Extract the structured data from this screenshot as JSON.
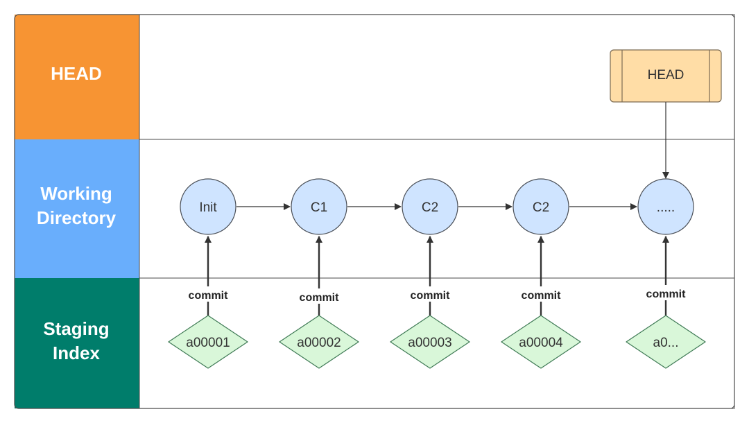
{
  "lanes": [
    {
      "title_lines": [
        "HEAD"
      ],
      "color": "#f79433"
    },
    {
      "title_lines": [
        "Working",
        "Directory"
      ],
      "color": "#69aefc"
    },
    {
      "title_lines": [
        "Staging",
        "Index"
      ],
      "color": "#007d6b"
    }
  ],
  "head_pointer": {
    "label": "HEAD",
    "fill": "#ffdda6",
    "stroke": "#7a6a52"
  },
  "commits": [
    {
      "label": "Init"
    },
    {
      "label": "C1"
    },
    {
      "label": "C2"
    },
    {
      "label": "C2"
    },
    {
      "label": "....."
    }
  ],
  "staged": [
    {
      "label": "a00001"
    },
    {
      "label": "a00002"
    },
    {
      "label": "a00003"
    },
    {
      "label": "a00004"
    },
    {
      "label": "a0..."
    }
  ],
  "edge_label": "commit",
  "colors": {
    "commit_fill": "#cfe4ff",
    "commit_stroke": "#4a4f57",
    "staged_fill": "#d9f7d9",
    "staged_stroke": "#3f7a55",
    "border": "#4a4a4a",
    "arrow": "#333333"
  }
}
